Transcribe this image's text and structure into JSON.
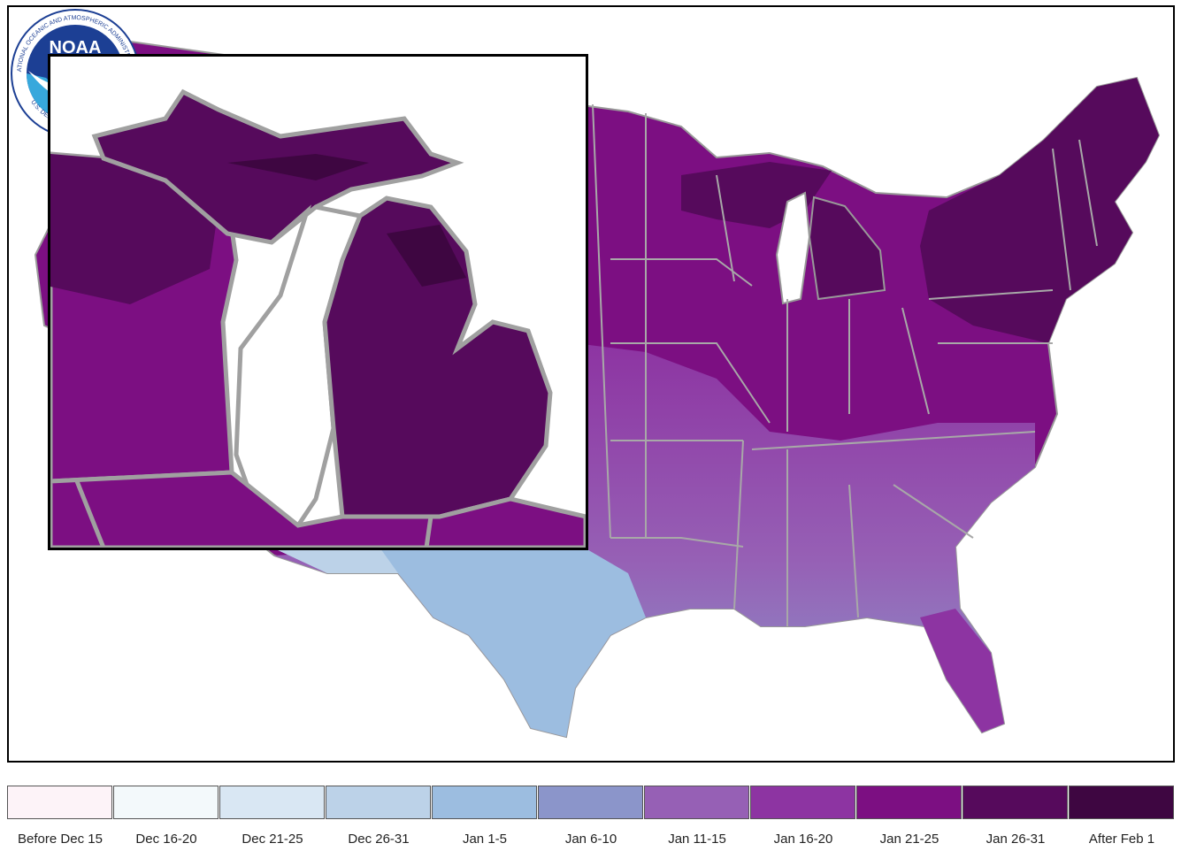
{
  "map": {
    "inset_region": "Michigan"
  },
  "logo": {
    "ring_text": "NATIONAL OCEANIC AND ATMOSPHERIC ADMINISTRATION",
    "bottom_text": "U.S. DEPARTMENT OF COMMERCE",
    "center_text": "NOAA"
  },
  "legend": {
    "items": [
      {
        "label": "Before Dec 15",
        "color": "#fdf3f8"
      },
      {
        "label": "Dec 16-20",
        "color": "#f3f9fb"
      },
      {
        "label": "Dec 21-25",
        "color": "#d9e7f3"
      },
      {
        "label": "Dec 26-31",
        "color": "#bcd2e8"
      },
      {
        "label": "Jan 1-5",
        "color": "#9cbde0"
      },
      {
        "label": "Jan 6-10",
        "color": "#8b95ca"
      },
      {
        "label": "Jan 11-15",
        "color": "#9660b5"
      },
      {
        "label": "Jan 16-20",
        "color": "#8d34a2"
      },
      {
        "label": "Jan 21-25",
        "color": "#7c0f82"
      },
      {
        "label": "Jan 26-31",
        "color": "#560a5c"
      },
      {
        "label": "After Feb 1",
        "color": "#3e0641"
      }
    ]
  }
}
